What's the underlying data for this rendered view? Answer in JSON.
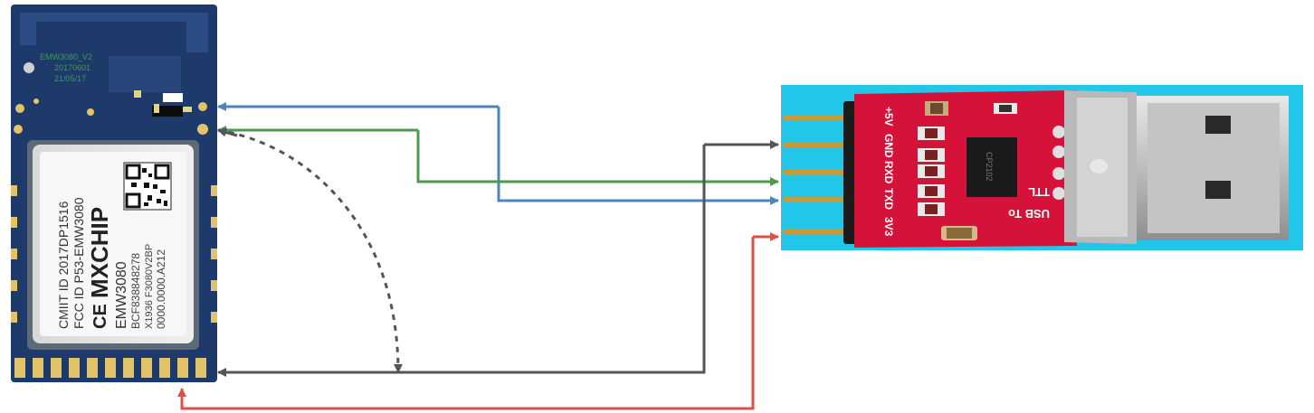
{
  "module": {
    "pcb_markings": [
      "EMW3080_V2",
      "20170601",
      "21/05/17"
    ],
    "shield_lines": [
      "CMIIT ID 2017DP1516",
      "FCC ID P53-EMW3080",
      "CE",
      "MXCHIP",
      "EMW3080",
      "BCF838848278",
      "X1936 F3080V2BP",
      "0000.0000.A212"
    ],
    "pcb_color": "#1e3a6a",
    "shield_color": "#dcdcdc"
  },
  "adapter": {
    "pin_labels": [
      "+5V",
      "GND",
      "RXD",
      "TXD",
      "3V3"
    ],
    "board_text": [
      "USB To",
      "TTL"
    ],
    "chip_marking": "CP2102",
    "pcb_color": "#d4123a",
    "background_color": "#22c6e8"
  },
  "wires": [
    {
      "name": "blue",
      "color": "#4a86c0"
    },
    {
      "name": "green",
      "color": "#4e9a52"
    },
    {
      "name": "gray",
      "color": "#555555"
    },
    {
      "name": "red",
      "color": "#e0504a"
    },
    {
      "name": "dashed-gray",
      "color": "#555555"
    }
  ]
}
